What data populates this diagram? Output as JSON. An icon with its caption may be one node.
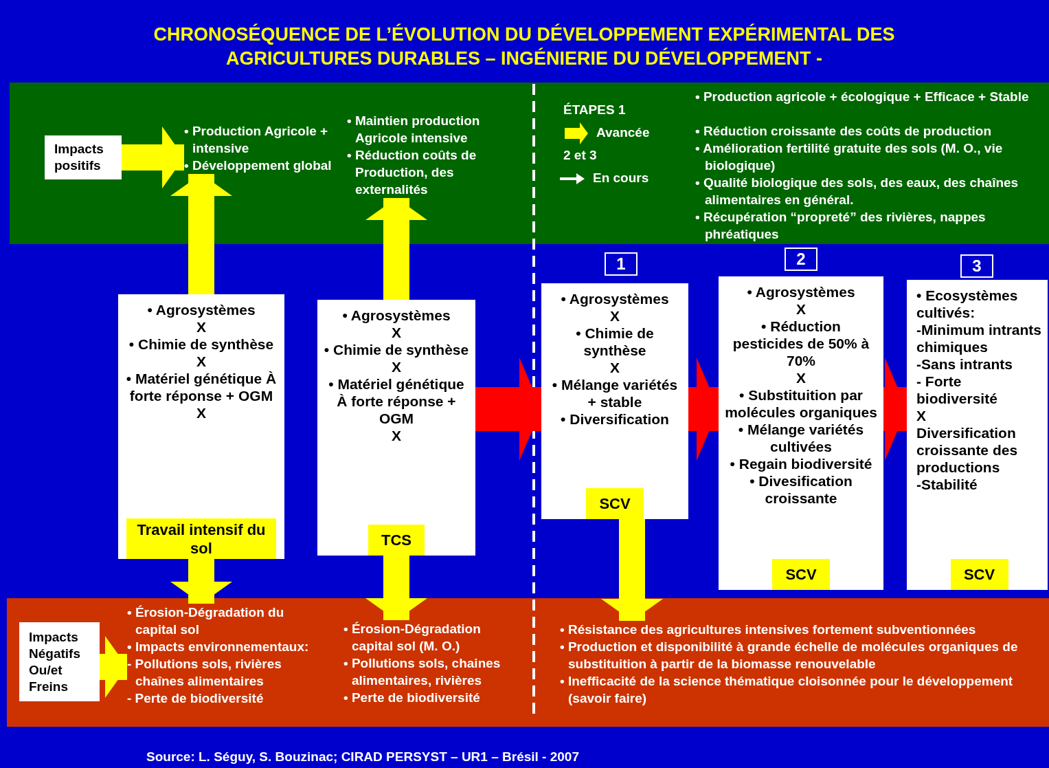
{
  "diagram": {
    "title": "CHRONOSÉQUENCE DE L’ÉVOLUTION DU DÉVELOPPEMENT EXPÉRIMENTAL DES AGRICULTURES DURABLES – INGÉNIERIE DU DÉVELOPPEMENT -",
    "caption": "Source: L. Séguy, S. Bouzinac; CIRAD PERSYST – UR1 – Brésil - 2007",
    "nodes": [
      {
        "text": [],
        "shape": "box"
      },
      {
        "text": [
          "Impacts positifs"
        ],
        "in": 0
      },
      {
        "text": [
          "• Production Agricole + intensive",
          "• Développement global"
        ],
        "in": 0
      },
      {
        "text": [
          "• Maintien production Agricole intensive",
          "• Réduction coûts de Production, des externalités"
        ],
        "in": 0
      },
      {
        "text": [
          "• Agrosystèmes",
          "X",
          "• Chimie de synthèse",
          "X",
          "• Matériel génétique À forte réponse + OGM",
          "X"
        ]
      },
      {
        "text": [
          "Travail intensif du sol"
        ],
        "in": 4
      },
      {
        "text": [
          "• Agrosystèmes",
          "X",
          "• Chimie de synthèse",
          "X",
          "• Matériel génétique À forte réponse + OGM",
          "X"
        ]
      },
      {
        "text": [
          "TCS"
        ],
        "in": 6
      },
      {
        "text": [
          "1"
        ]
      },
      {
        "text": [
          "• Agrosystèmes",
          "X",
          "• Chimie de synthèse",
          "X",
          "• Mélange variétés + stable",
          "• Diversification"
        ]
      },
      {
        "text": [
          "SCV"
        ],
        "in": 9
      },
      {
        "text": [
          "2"
        ]
      },
      {
        "text": [
          "• Agrosystèmes",
          "X",
          "• Réduction pesticides de 50% à 70%",
          "X",
          "• Substituition par molécules organiques",
          "• Mélange variétés cultivées",
          "• Regain biodiversité",
          "• Divesification croissante"
        ]
      },
      {
        "text": [
          "SCV"
        ],
        "in": 12
      },
      {
        "text": [
          "3"
        ]
      },
      {
        "text": [
          "• Ecosystèmes cultivés:",
          "-Minimum intrants chimiques",
          "-Sans intrants",
          "- Forte biodiversité",
          "X",
          "Diversification croissante des productions",
          "-Stabilité"
        ]
      },
      {
        "text": [
          "SCV"
        ],
        "in": 15
      },
      {
        "text": [],
        "shape": "box"
      },
      {
        "text": [
          "Impacts Négatifs Ou/et Freins"
        ],
        "in": 17
      },
      {
        "text": [
          "• Érosion-Dégradation du capital sol",
          "• Impacts environnementaux:",
          "- Pollutions sols, rivières chaînes alimentaires",
          "- Perte de biodiversité"
        ],
        "in": 17
      },
      {
        "text": [
          "• Érosion-Dégradation capital sol (M. O.)",
          "• Pollutions sols, chaines alimentaires, rivières",
          "• Perte de biodiversité"
        ],
        "in": 17
      },
      {
        "text": [
          "• Résistance des agricultures intensives fortement subventionnées",
          "• Production et disponibilité à grande échelle de molécules organiques de substituition à partir de la biomasse renouvelable",
          "• Inefficacité de la science thématique cloisonnée pour le développement (savoir faire)"
        ],
        "in": 17
      }
    ],
    "edges": [
      {
        "from": 1,
        "to": 2,
        "arrow": "to"
      },
      {
        "from": 4,
        "to": 2,
        "arrow": "to"
      },
      {
        "from": 6,
        "to": 3,
        "arrow": "to"
      },
      {
        "from": 4,
        "to": 19,
        "arrow": "to"
      },
      {
        "from": 6,
        "to": 20,
        "arrow": "to"
      },
      {
        "from": 6,
        "to": 9,
        "arrow": "to",
        "color": "#ff0000"
      },
      {
        "from": 9,
        "to": 12,
        "arrow": "to",
        "color": "#ff0000"
      },
      {
        "from": 12,
        "to": 15,
        "arrow": "to",
        "color": "#ff0000"
      },
      {
        "from": 9,
        "to": 21,
        "arrow": "to"
      },
      {
        "from": 18,
        "to": 19,
        "arrow": "to"
      }
    ],
    "labels": [
      "ÉTAPES 1",
      "2 et 3",
      "• Production agricole + écologique + Efficace + Stable",
      "• Réduction croissante des coûts de production",
      "• Amélioration fertilité gratuite des sols (M. O., vie biologique)",
      "• Qualité biologique des sols, des eaux, des chaînes alimentaires en général.",
      "• Récupération “propreté” des rivières, nappes phréatiques"
    ],
    "legend": [
      {
        "text": "Avancée"
      },
      {
        "text": "En cours"
      }
    ]
  }
}
